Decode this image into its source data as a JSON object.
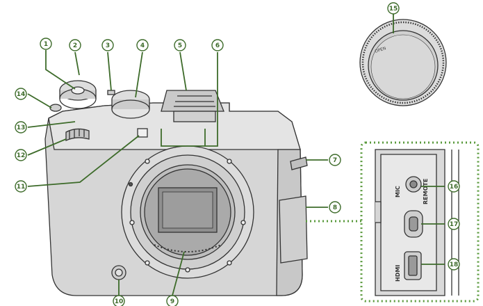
{
  "diagram": {
    "callouts": [
      {
        "n": "1"
      },
      {
        "n": "2"
      },
      {
        "n": "3"
      },
      {
        "n": "4"
      },
      {
        "n": "5"
      },
      {
        "n": "6"
      },
      {
        "n": "7"
      },
      {
        "n": "8"
      },
      {
        "n": "9"
      },
      {
        "n": "10"
      },
      {
        "n": "11"
      },
      {
        "n": "12"
      },
      {
        "n": "13"
      },
      {
        "n": "14"
      },
      {
        "n": "15"
      },
      {
        "n": "16"
      },
      {
        "n": "17"
      },
      {
        "n": "18"
      }
    ],
    "cap_text": "OPEN",
    "port_labels": {
      "mic": "MIC",
      "remote": "REMOTE",
      "hdmi": "HDMI"
    },
    "colors": {
      "callout_fill": "#ffffff",
      "callout_stroke": "#3d6b2a",
      "leader": "#3d6b2a",
      "dotted_frame": "#5a9a3c",
      "body": "#d6d6d6",
      "body_shadow": "#bdbdbd",
      "outline": "#333333"
    }
  }
}
